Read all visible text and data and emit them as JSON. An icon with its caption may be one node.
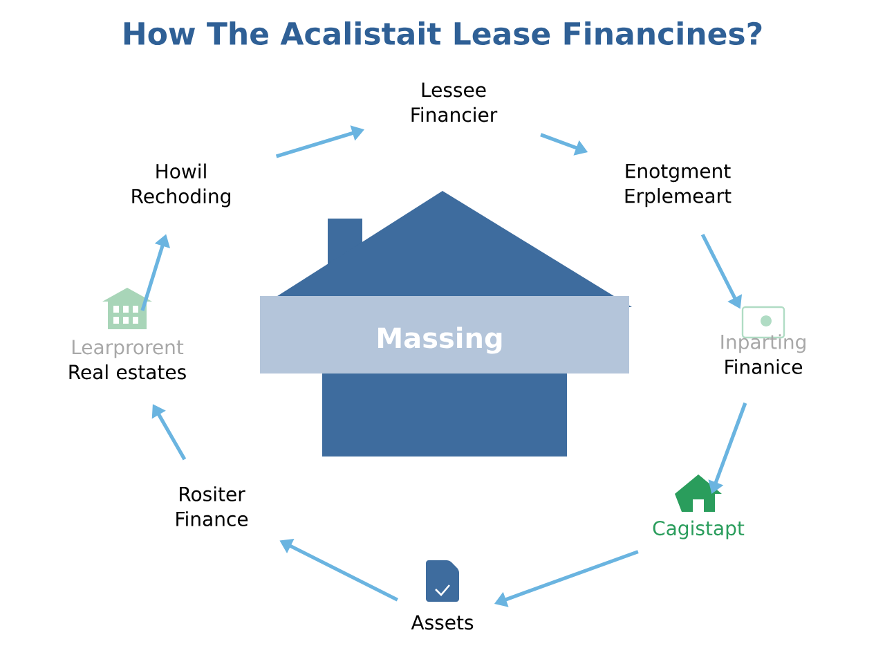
{
  "diagram": {
    "title": "How The Acalistait Lease Financines?",
    "nodes": [
      {
        "text": [
          "Lessee Financier"
        ]
      },
      {
        "text": [
          "Enotgment Erplemeart"
        ]
      },
      {
        "text": [
          "Inparting",
          "Finanice"
        ]
      },
      {
        "text": [
          "Cagistapt"
        ]
      },
      {
        "text": [
          "Assets"
        ]
      },
      {
        "text": [
          "Rositer Finance"
        ]
      },
      {
        "text": [
          "Learprorent",
          "Real estates"
        ]
      },
      {
        "text": [
          "Howil Rechoding"
        ]
      },
      {
        "text": [
          "Massing"
        ]
      }
    ],
    "edges": [
      {
        "from": 7,
        "to": 0,
        "arrow": "to"
      },
      {
        "from": 0,
        "to": 1,
        "arrow": "to"
      },
      {
        "from": 1,
        "to": 2,
        "arrow": "to"
      },
      {
        "from": 2,
        "to": 3,
        "arrow": "to"
      },
      {
        "from": 3,
        "to": 4,
        "arrow": "to"
      },
      {
        "from": 4,
        "to": 5,
        "arrow": "to"
      },
      {
        "from": 5,
        "to": 6,
        "arrow": "to"
      },
      {
        "from": 6,
        "to": 7,
        "arrow": "to"
      }
    ]
  }
}
